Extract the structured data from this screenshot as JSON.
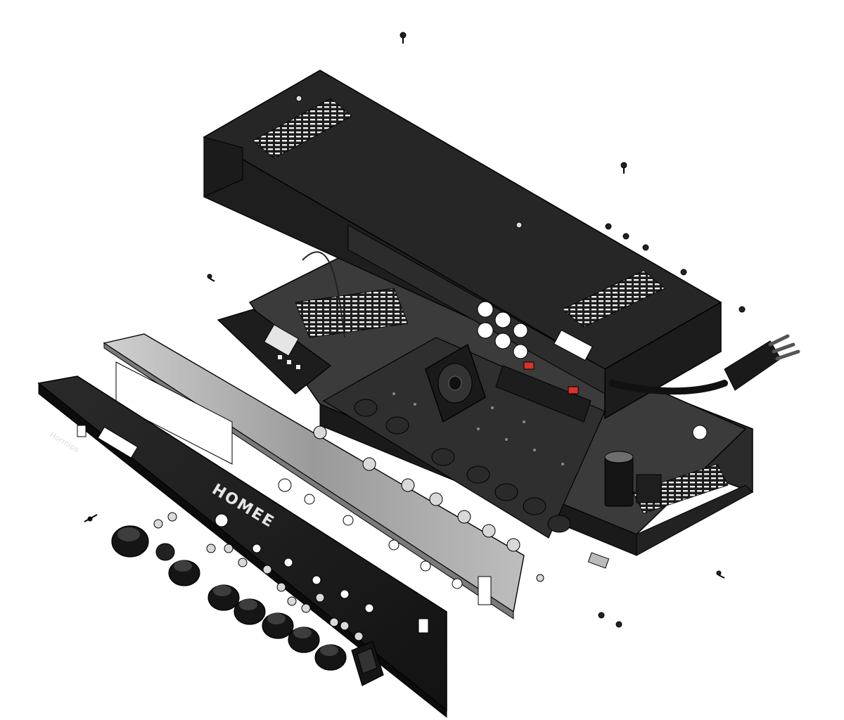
{
  "diagram": {
    "faceplate_logo_text": "Hormips",
    "brand_mark_text": "HOMEE",
    "colors": {
      "metal_dark": "#1c1c1c",
      "metal_mid": "#3a3a3a",
      "metal_light": "#8c8c8c",
      "metal_frame": "#b5b5b5",
      "outline": "#000000",
      "accent_red": "#d8342c",
      "background": "#ffffff"
    },
    "parts": [
      {
        "id": "top-cover",
        "icon": "top-cover-icon"
      },
      {
        "id": "chassis-base",
        "icon": "chassis-icon"
      },
      {
        "id": "inner-frame",
        "icon": "frame-icon"
      },
      {
        "id": "front-faceplate",
        "icon": "faceplate-icon"
      },
      {
        "id": "pcb-board",
        "icon": "pcb-icon"
      },
      {
        "id": "cooling-fan",
        "icon": "fan-icon"
      },
      {
        "id": "mp3-module",
        "icon": "display-module-icon"
      },
      {
        "id": "power-cord",
        "icon": "power-plug-icon"
      },
      {
        "id": "capacitor",
        "icon": "capacitor-icon"
      },
      {
        "id": "rocker-switch",
        "icon": "switch-icon"
      },
      {
        "id": "control-knobs",
        "icon": "knob-icon"
      },
      {
        "id": "nuts-washers",
        "icon": "nut-icon"
      },
      {
        "id": "screws",
        "icon": "screw-icon"
      }
    ]
  }
}
